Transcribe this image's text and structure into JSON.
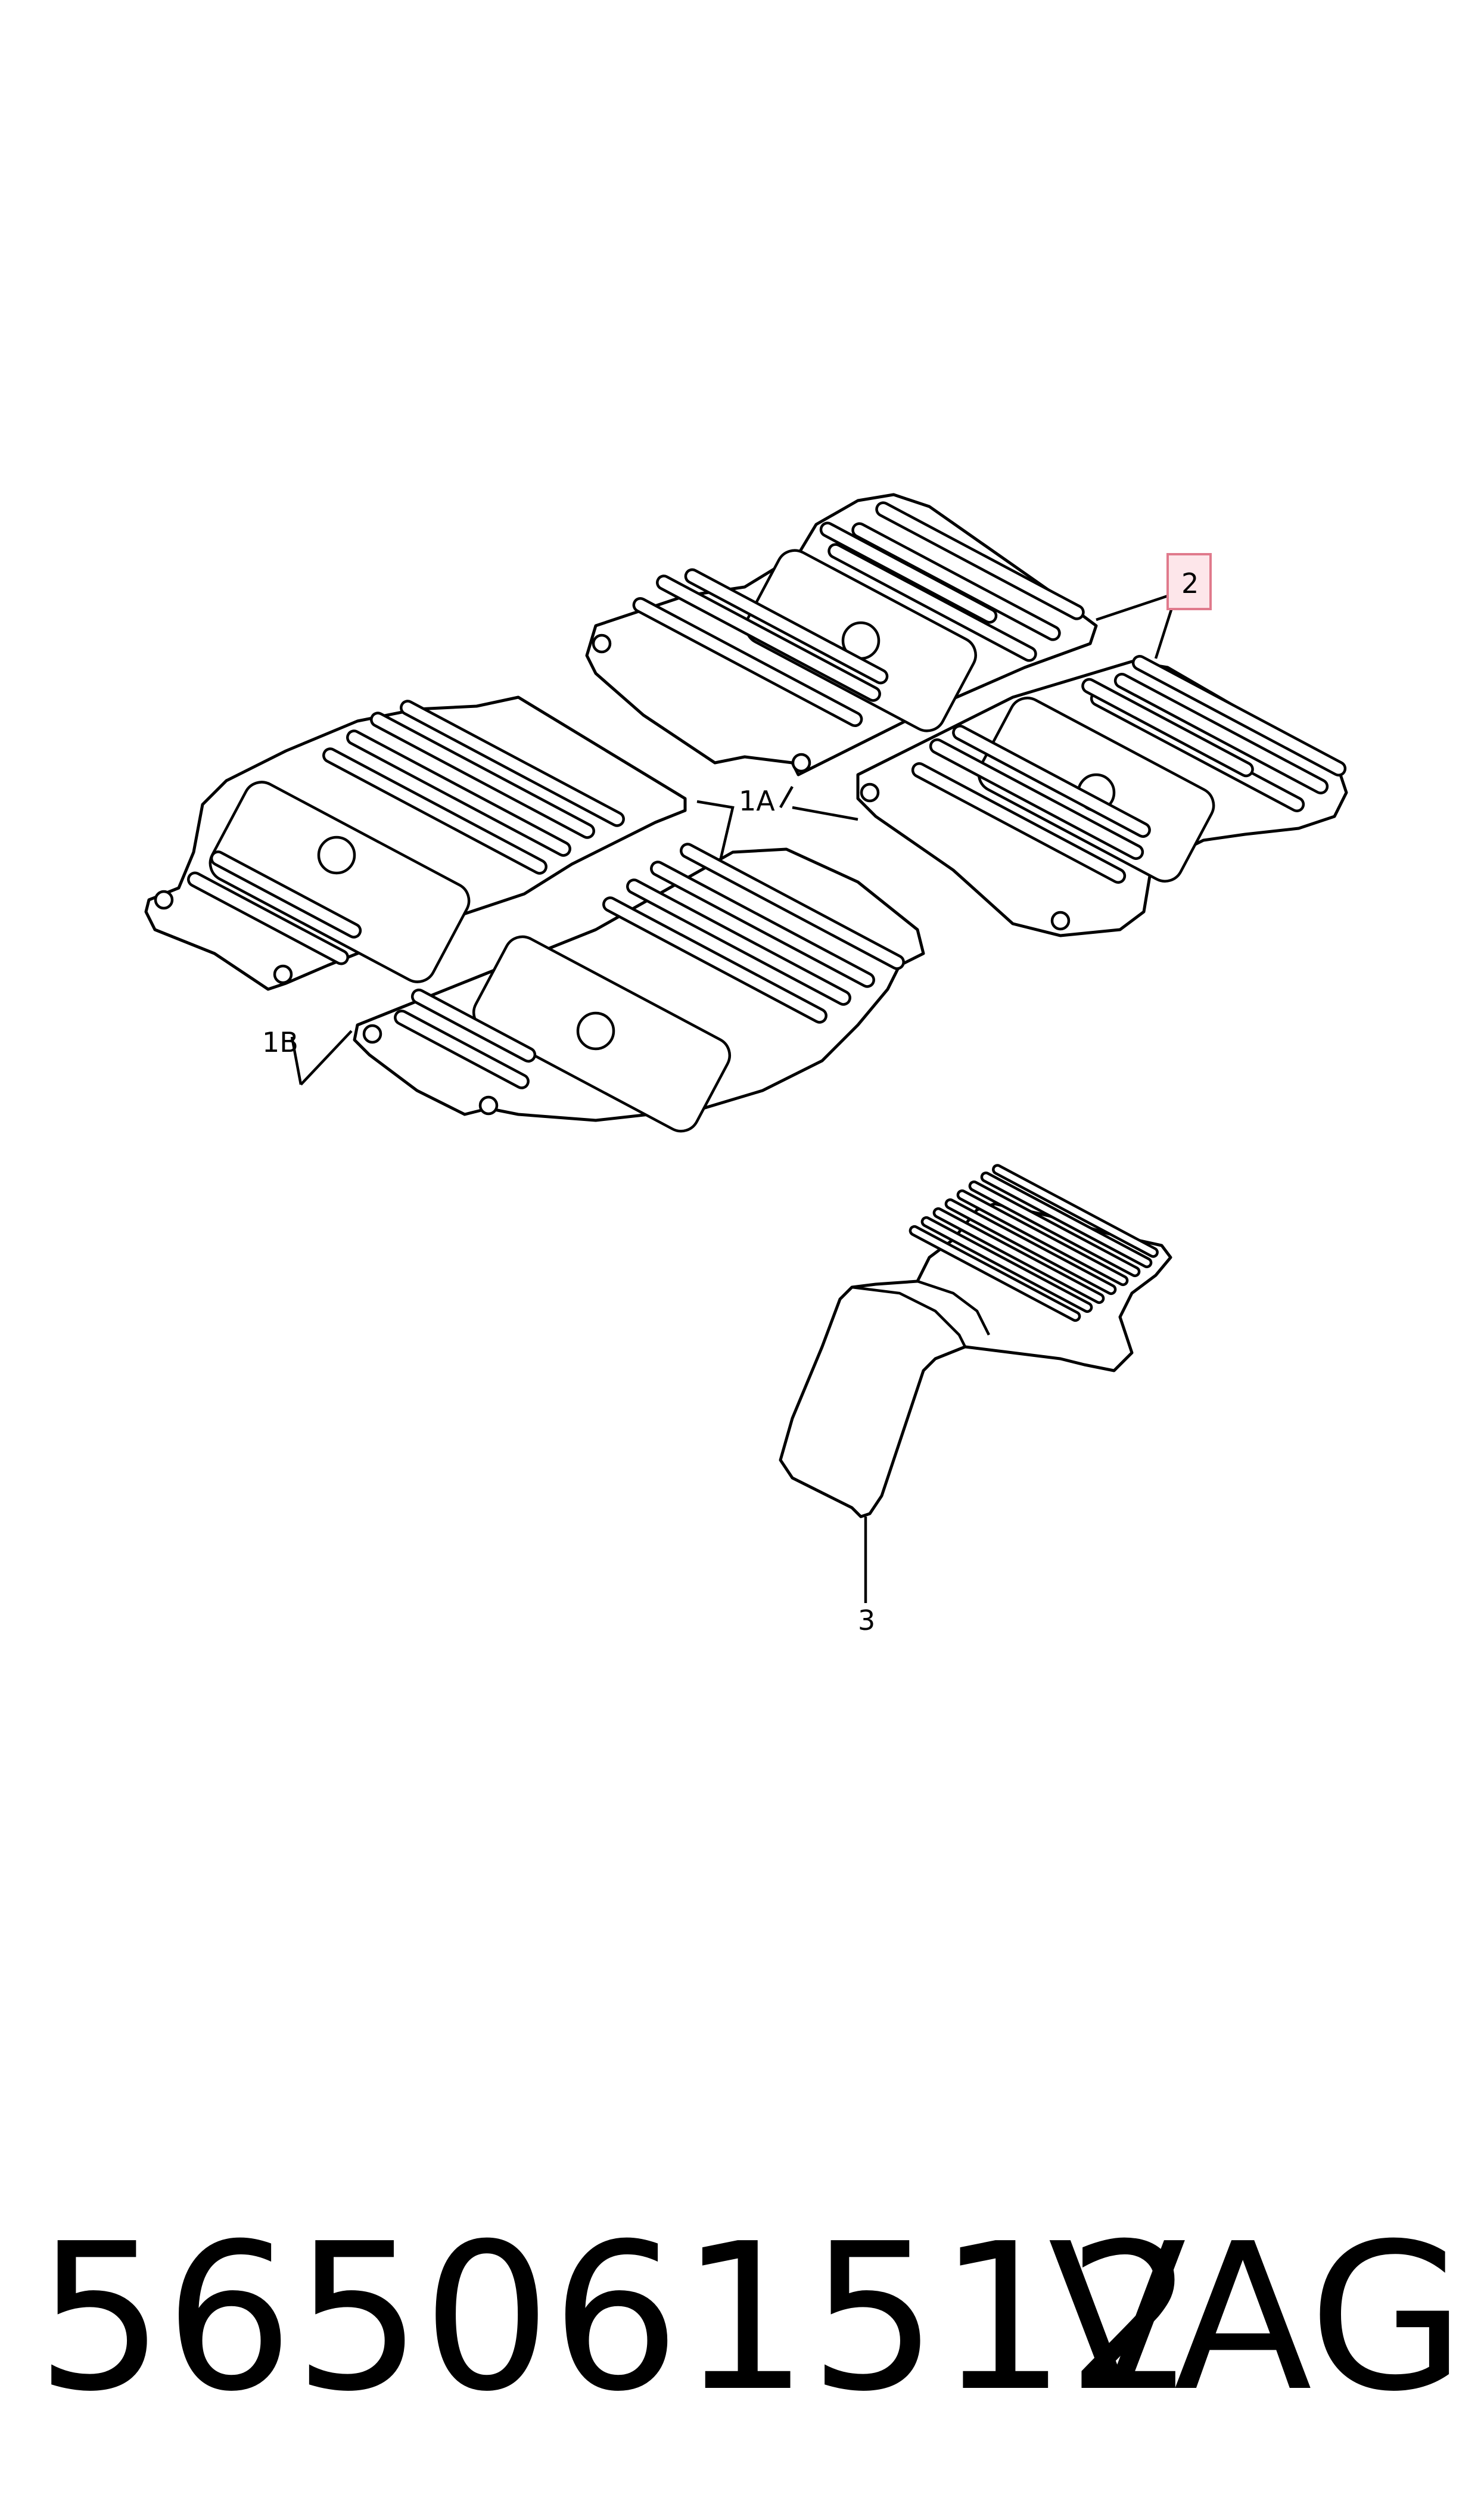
{
  "callouts": {
    "item_1a": "1A",
    "item_1b": "1B",
    "item_2": "2",
    "item_3": "3"
  },
  "footer": {
    "part_number": "565061512",
    "brand": "VAG"
  },
  "colors": {
    "line": "#000000",
    "highlight_fill": "#fde6ea",
    "highlight_stroke": "#e07a8c",
    "background": "#ffffff"
  }
}
